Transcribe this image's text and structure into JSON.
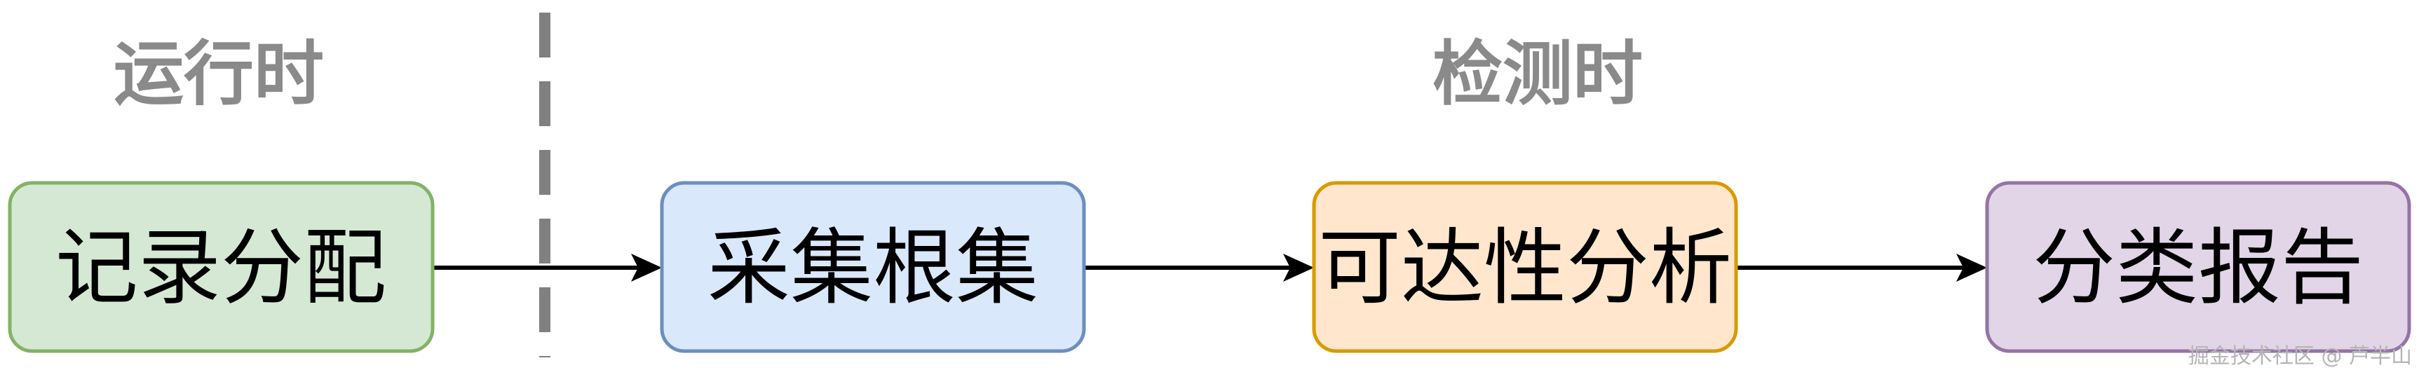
{
  "phases": {
    "runtime": "运行时",
    "detection": "检测时"
  },
  "nodes": [
    {
      "label": "记录分配",
      "fill": "#d5e8d4",
      "stroke": "#82b366"
    },
    {
      "label": "采集根集",
      "fill": "#dae8fc",
      "stroke": "#6c8ebf"
    },
    {
      "label": "可达性分析",
      "fill": "#ffe6cc",
      "stroke": "#d79b00"
    },
    {
      "label": "分类报告",
      "fill": "#e1d5e7",
      "stroke": "#9673a6"
    }
  ],
  "colors": {
    "arrow": "#000000",
    "divider": "#808080",
    "phase_text": "#8a8a8a"
  },
  "watermark": "掘金技术社区 @ 芦半山"
}
